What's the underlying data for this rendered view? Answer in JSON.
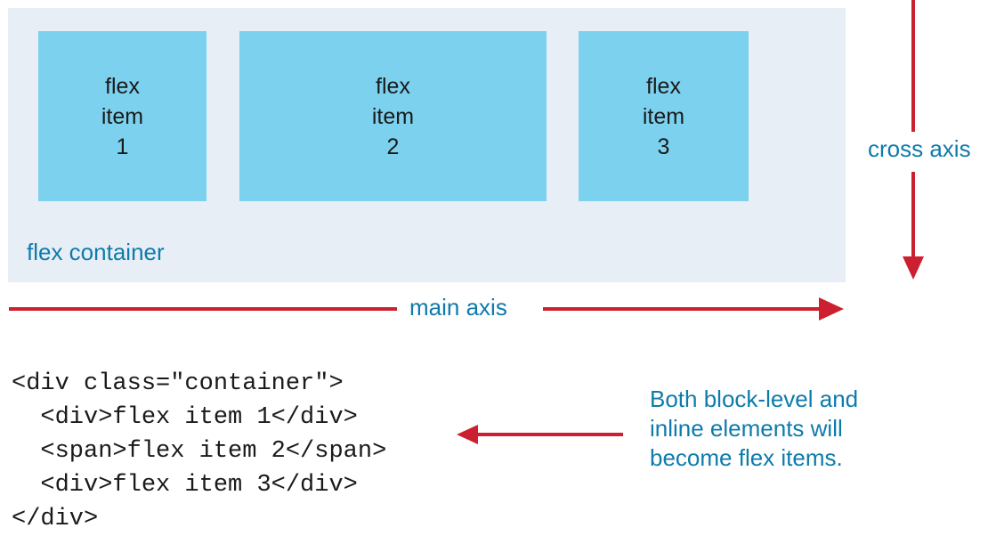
{
  "colors": {
    "item_fill": "#7cd1ee",
    "container_fill": "#e7eef6",
    "accent_red": "#cc2030",
    "label_blue": "#0e7bac",
    "code_text": "#1a1a1a",
    "page_background": "#ffffff"
  },
  "container": {
    "label": "flex container",
    "items": [
      {
        "line1": "flex",
        "line2": "item",
        "line3": "1"
      },
      {
        "line1": "flex",
        "line2": "item",
        "line3": "2"
      },
      {
        "line1": "flex",
        "line2": "item",
        "line3": "3"
      }
    ]
  },
  "axes": {
    "main_axis_label": "main axis",
    "cross_axis_label": "cross axis"
  },
  "code": {
    "lines": [
      "<div class=\"container\">",
      "  <div>flex item 1</div>",
      "  <span>flex item 2</span>",
      "  <div>flex item 3</div>",
      "</div>"
    ],
    "text": "<div class=\"container\">\n  <div>flex item 1</div>\n  <span>flex item 2</span>\n  <div>flex item 3</div>\n</div>"
  },
  "callout": {
    "line1": "Both block-level and",
    "line2": "inline elements will",
    "line3": "become flex items."
  }
}
